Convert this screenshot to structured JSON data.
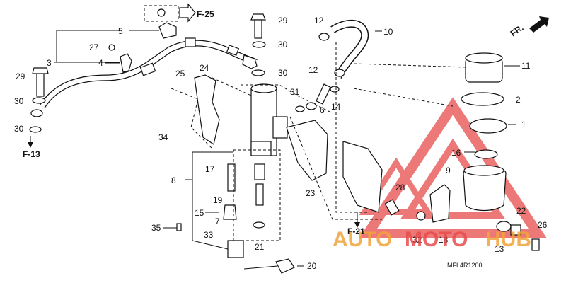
{
  "diagram": {
    "code": "MFL4R1200",
    "refs": {
      "f25": "F-25",
      "f13": "F-13",
      "f21": "F-21",
      "fr": "FR."
    },
    "labels": {
      "l1": "1",
      "l2": "2",
      "l3": "3",
      "l4": "4",
      "l5": "5",
      "l6": "6",
      "l7": "7",
      "l8": "8",
      "l9": "9",
      "l10": "10",
      "l11": "11",
      "l12a": "12",
      "l12b": "12",
      "l13": "13",
      "l14": "14",
      "l15": "15",
      "l16": "16",
      "l17": "17",
      "l18": "18",
      "l19": "19",
      "l20": "20",
      "l21": "21",
      "l22": "22",
      "l23": "23",
      "l24": "24",
      "l25": "25",
      "l26": "26",
      "l27": "27",
      "l28": "28",
      "l29a": "29",
      "l29b": "29",
      "l30a": "30",
      "l30b": "30",
      "l30c": "30",
      "l30d": "30",
      "l31": "31",
      "l32": "32",
      "l33": "33",
      "l34": "34",
      "l35": "35"
    }
  },
  "watermark": {
    "text_a": "AUTO",
    "text_b": "MOTO",
    "text_c": "HUB",
    "color_main": "#e84c4c",
    "color_accent": "#f2a43a"
  }
}
